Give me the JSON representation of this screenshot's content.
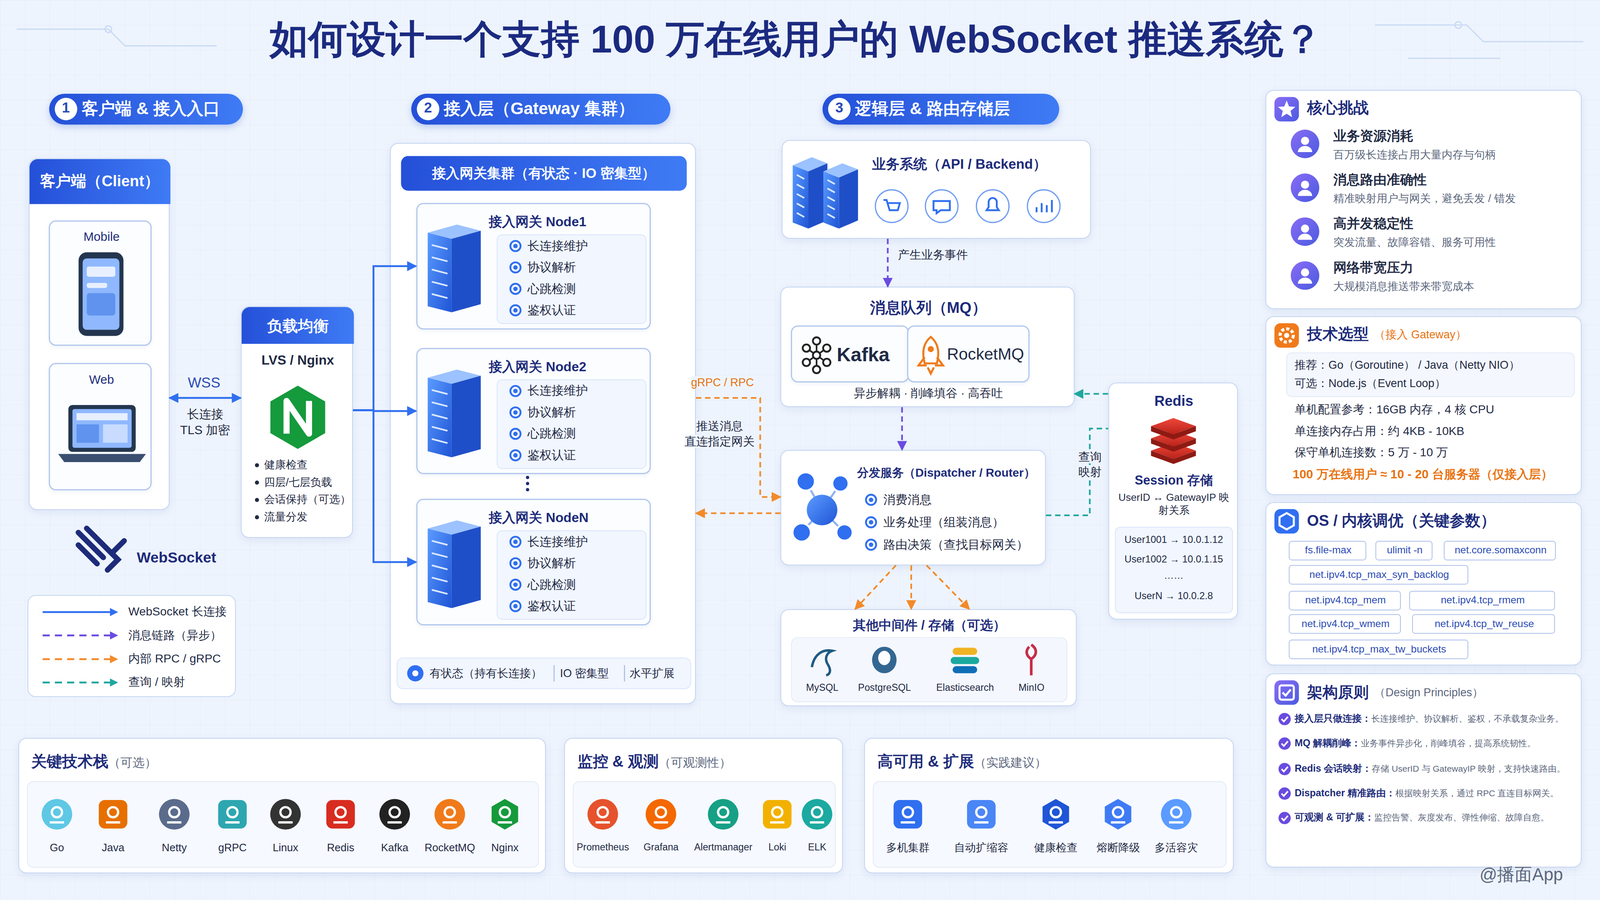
{
  "diagram": {
    "title": "如何设计一个支持 100 万在线用户的 WebSocket 推送系统？",
    "nodes": [
      {
        "text": [
          "1",
          "客户端 & 接入入口"
        ]
      },
      {
        "text": [
          "2",
          "接入层（Gateway 集群）"
        ]
      },
      {
        "text": [
          "3",
          "逻辑层 & 路由存储层"
        ]
      },
      {
        "text": [
          "客户端（Client）"
        ]
      },
      {
        "text": [
          "Mobile"
        ],
        "in": 3
      },
      {
        "text": [
          "Web"
        ],
        "in": 3
      },
      {
        "text": [
          "负载均衡",
          "LVS / Nginx",
          "健康检查",
          "四层/七层负载",
          "会话保持（可选）",
          "流量分发"
        ]
      },
      {
        "text": [
          "接入网关集群（有状态 · IO 密集型）",
          "有状态（持有长连接）",
          "IO 密集型",
          "水平扩展"
        ]
      },
      {
        "text": [
          "接入网关 Node1",
          "长连接维护",
          "协议解析",
          "心跳检测",
          "鉴权认证"
        ],
        "in": 7
      },
      {
        "text": [
          "接入网关 Node2",
          "长连接维护",
          "协议解析",
          "心跳检测",
          "鉴权认证"
        ],
        "in": 7
      },
      {
        "text": [
          "接入网关 NodeN",
          "长连接维护",
          "协议解析",
          "心跳检测",
          "鉴权认证"
        ],
        "in": 7
      },
      {
        "text": [
          "业务系统（API / Backend）"
        ]
      },
      {
        "text": [
          "消息队列（MQ）",
          "异步解耦 · 削峰填谷 · 高吞吐"
        ]
      },
      {
        "text": [
          "Kafka"
        ],
        "in": 12
      },
      {
        "text": [
          "RocketMQ"
        ],
        "in": 12
      },
      {
        "text": [
          "分发服务（Dispatcher / Router）",
          "消费消息",
          "业务处理（组装消息）",
          "路由决策（查找目标网关）"
        ]
      },
      {
        "text": [
          "Redis",
          "Session 存储",
          "UserID ↔ GatewayIP 映射关系",
          "User1001 → 10.0.1.12",
          "User1002 → 10.0.1.15",
          "……",
          "UserN → 10.0.2.8"
        ]
      },
      {
        "text": [
          "其他中间件 / 存储（可选）",
          "MySQL",
          "PostgreSQL",
          "Elasticsearch",
          "MinIO"
        ]
      },
      {
        "text": [
          "核心挑战",
          "业务资源消耗",
          "百万级长连接占用大量内存与句柄",
          "消息路由准确性",
          "精准映射用户与网关，避免丢发 / 错发",
          "高并发稳定性",
          "突发流量、故障容错、服务可用性",
          "网络带宽压力",
          "大规模消息推送带来带宽成本"
        ]
      },
      {
        "text": [
          "技术选型",
          "（接入 Gateway）",
          "推荐：Go（Goroutine） / Java（Netty NIO）",
          "可选：Node.js（Event Loop）",
          "单机配置参考：16GB 内存，4 核 CPU",
          "单连接内存占用：约 4KB - 10KB",
          "保守单机连接数：5 万 - 10 万",
          "100 万在线用户 ≈ 10 - 20 台服务器（仅接入层）"
        ]
      },
      {
        "text": [
          "OS / 内核调优（关键参数）"
        ]
      },
      {
        "text": [
          "fs.file-max"
        ],
        "in": 20
      },
      {
        "text": [
          "ulimit -n"
        ],
        "in": 20
      },
      {
        "text": [
          "net.core.somaxconn"
        ],
        "in": 20
      },
      {
        "text": [
          "net.ipv4.tcp_max_syn_backlog"
        ],
        "in": 20
      },
      {
        "text": [
          "net.ipv4.tcp_mem"
        ],
        "in": 20
      },
      {
        "text": [
          "net.ipv4.tcp_rmem"
        ],
        "in": 20
      },
      {
        "text": [
          "net.ipv4.tcp_wmem"
        ],
        "in": 20
      },
      {
        "text": [
          "net.ipv4.tcp_tw_reuse"
        ],
        "in": 20
      },
      {
        "text": [
          "net.ipv4.tcp_max_tw_buckets"
        ],
        "in": 20
      },
      {
        "text": [
          "架构原则",
          "（Design Principles）",
          "接入层只做连接：",
          "长连接维护、协议解析、鉴权，不承载复杂业务。",
          "MQ 解耦削峰：",
          "业务事件异步化，削峰填谷，提高系统韧性。",
          "Redis 会话映射：",
          "存储 UserID 与 GatewayIP 映射，支持快速路由。",
          "Dispatcher 精准路由：",
          "根据映射关系，通过 RPC 直连目标网关。",
          "可观测 & 可扩展：",
          "监控告警、灰度发布、弹性伸缩、故障自愈。"
        ]
      },
      {
        "text": [
          "关键技术栈",
          "（可选）",
          "Go",
          "Java",
          "Netty",
          "gRPC",
          "Linux",
          "Redis",
          "Kafka",
          "RocketMQ",
          "Nginx"
        ]
      },
      {
        "text": [
          "监控 & 观测",
          "（可观测性）",
          "Prometheus",
          "Grafana",
          "Alertmanager",
          "Loki",
          "ELK"
        ]
      },
      {
        "text": [
          "高可用 & 扩展",
          "（实践建议）",
          "多机集群",
          "自动扩缩容",
          "健康检查",
          "熔断降级",
          "多活容灾"
        ]
      }
    ],
    "edges": [
      {
        "from": 3,
        "to": 6,
        "arrow": "both",
        "label": "WSS"
      },
      {
        "from": 6,
        "to": 8,
        "arrow": "to"
      },
      {
        "from": 6,
        "to": 9,
        "arrow": "to"
      },
      {
        "from": 6,
        "to": 10,
        "arrow": "to"
      },
      {
        "from": 11,
        "to": 12,
        "arrow": "to",
        "label": "产生业务事件"
      },
      {
        "from": 12,
        "to": 15,
        "arrow": "to"
      },
      {
        "from": 7,
        "to": 15,
        "arrow": "to",
        "label": "gRPC / RPC"
      },
      {
        "from": 15,
        "to": 7,
        "arrow": "to",
        "label": "推送消息 直连指定网关"
      },
      {
        "from": 15,
        "to": 16,
        "arrow": "none",
        "label": "查询 映射"
      },
      {
        "from": 16,
        "to": 12,
        "arrow": "to"
      },
      {
        "from": 15,
        "to": 17,
        "arrow": "to"
      }
    ],
    "labels": [
      "长连接 TLS 加密",
      "WebSocket",
      "@播面App"
    ],
    "legend": [
      {
        "text": "WebSocket 长连接"
      },
      {
        "text": "消息链路（异步）"
      },
      {
        "text": "内部 RPC / gRPC"
      },
      {
        "text": "查询 / 映射"
      }
    ]
  }
}
